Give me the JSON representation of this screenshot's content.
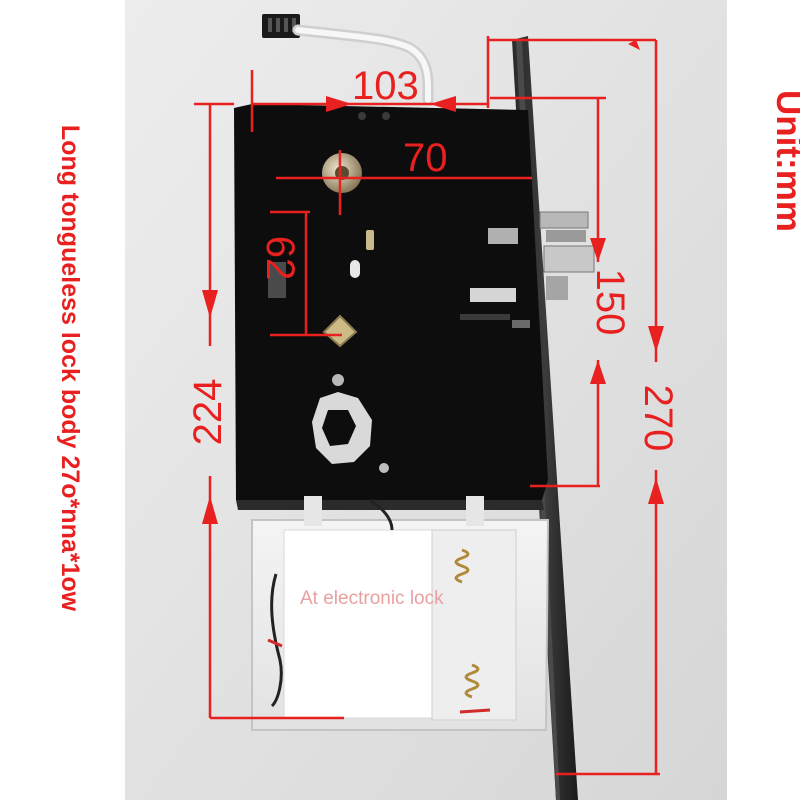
{
  "captions": {
    "left": "Long tongueless lock body 27o*nna*1ow",
    "unit": "Unit:mm",
    "overlay": "At electronic lock"
  },
  "dimensions": {
    "top_width": "103",
    "inner_width": "70",
    "spindle_offset": "62",
    "latch_span": "150",
    "body_height": "224",
    "total_height": "270"
  },
  "colors": {
    "annotation_red": "#e8201f",
    "lock_body": "#111111",
    "backdrop": "#e3e3e3"
  }
}
